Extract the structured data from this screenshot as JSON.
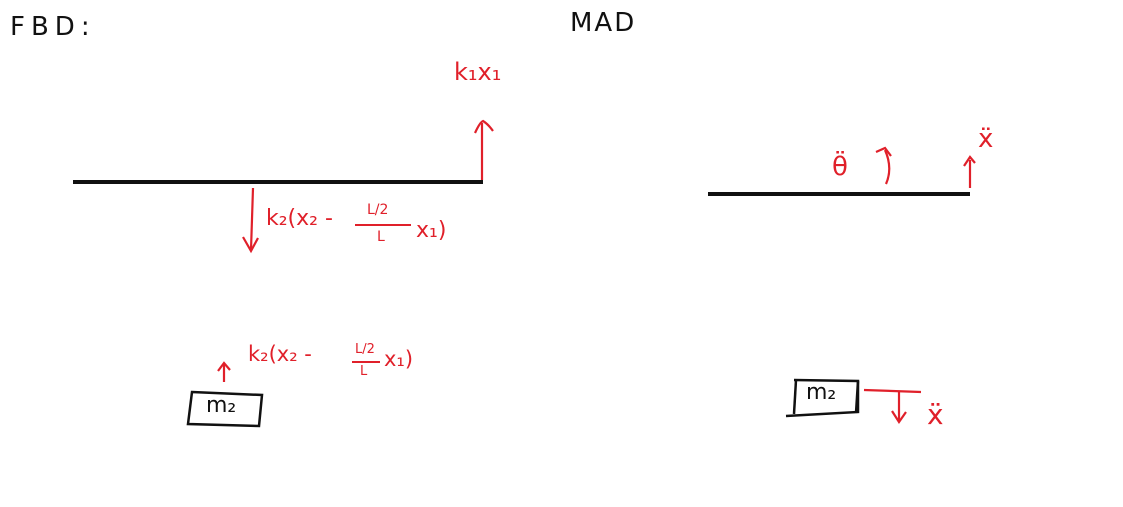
{
  "headings": {
    "fbd": "FBD:",
    "mad": "MAD"
  },
  "fbd": {
    "spring1_force": "k₁x₁",
    "spring2_force_on_beam": {
      "prefix": "k₂(x₂ -",
      "frac_num": "L/2",
      "frac_den": "L",
      "suffix": "x₁)"
    },
    "mass_label": "m₂",
    "spring2_force_on_mass": {
      "prefix": "k₂(x₂ -",
      "frac_num": "L/2",
      "frac_den": "L",
      "suffix": "x₁)"
    }
  },
  "mad": {
    "theta_ddot": "θ̈",
    "x_ddot_beam": "ẍ",
    "mass_label": "m₂",
    "x_ddot_mass": "ẍ"
  },
  "colors": {
    "ink": "#111111",
    "annotation": "#e0202a"
  }
}
